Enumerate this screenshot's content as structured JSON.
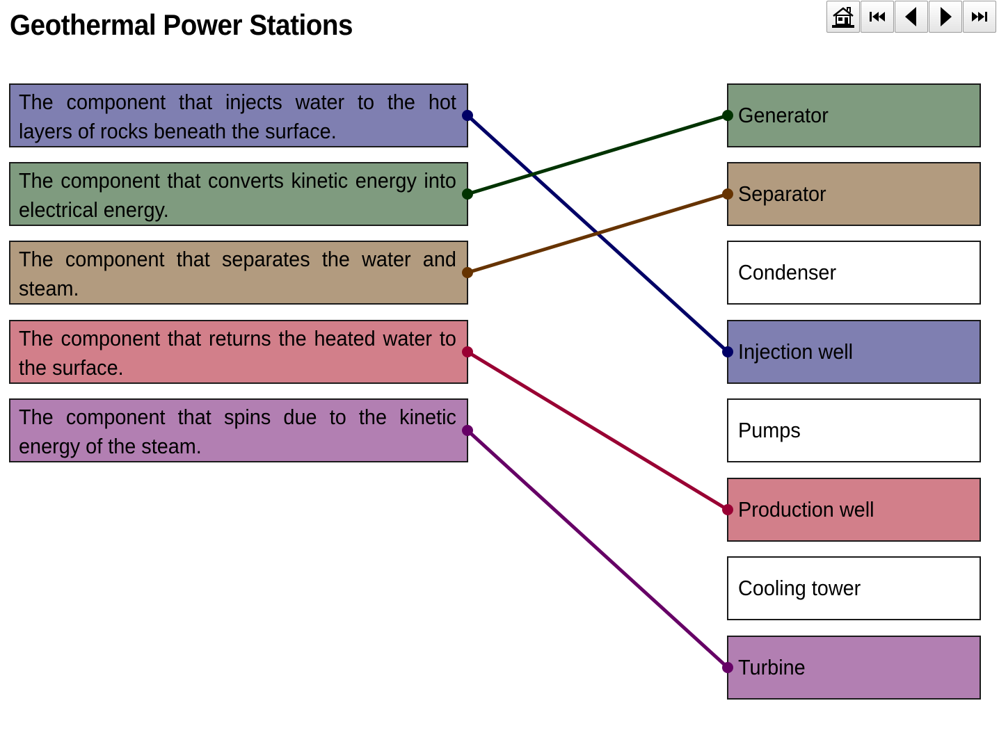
{
  "title": "Geothermal Power Stations",
  "nav": [
    {
      "name": "home-icon"
    },
    {
      "name": "first-page-icon"
    },
    {
      "name": "previous-page-icon"
    },
    {
      "name": "next-page-icon"
    },
    {
      "name": "last-page-icon"
    }
  ],
  "colors": {
    "blue": "#7f7fb1",
    "green": "#7f9b7f",
    "brown": "#b29b7f",
    "red": "#d27f8a",
    "purple": "#b27fb2",
    "white": "#ffffff"
  },
  "line_colors": {
    "blue": "#000066",
    "green": "#003300",
    "brown": "#663300",
    "red": "#990033",
    "purple": "#660066"
  },
  "descriptions": [
    {
      "text": "The component that injects water to the hot layers of rocks beneath the surface.",
      "color": "blue"
    },
    {
      "text": "The component that converts kinetic energy into electrical energy.",
      "color": "green"
    },
    {
      "text": "The component that separates the water and steam.",
      "color": "brown"
    },
    {
      "text": "The component that returns the heated water to the surface.",
      "color": "red"
    },
    {
      "text": "The component that spins due to the kinetic energy of the steam.",
      "color": "purple"
    }
  ],
  "components": [
    {
      "label": "Generator",
      "color": "green"
    },
    {
      "label": "Separator",
      "color": "brown"
    },
    {
      "label": "Condenser",
      "color": "white"
    },
    {
      "label": "Injection well",
      "color": "blue"
    },
    {
      "label": "Pumps",
      "color": "white"
    },
    {
      "label": "Production well",
      "color": "red"
    },
    {
      "label": "Cooling tower",
      "color": "white"
    },
    {
      "label": "Turbine",
      "color": "purple"
    }
  ],
  "matches": [
    {
      "description": 0,
      "component": 3,
      "color": "blue"
    },
    {
      "description": 1,
      "component": 0,
      "color": "green"
    },
    {
      "description": 2,
      "component": 1,
      "color": "brown"
    },
    {
      "description": 3,
      "component": 5,
      "color": "red"
    },
    {
      "description": 4,
      "component": 7,
      "color": "purple"
    }
  ]
}
